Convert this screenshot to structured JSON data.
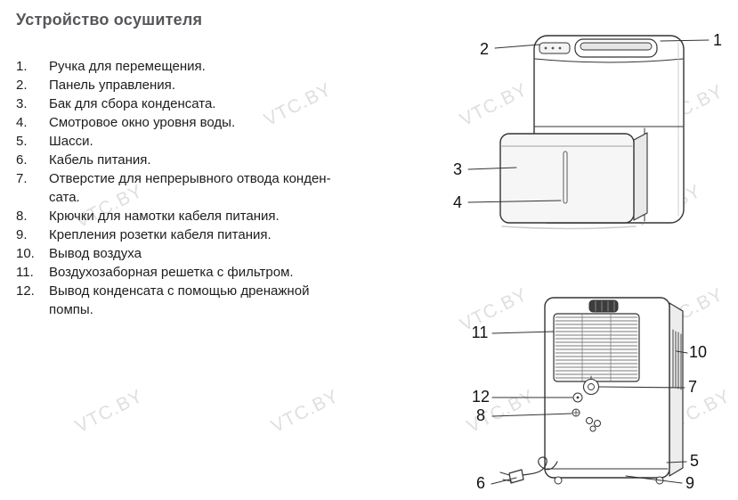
{
  "page": {
    "title": "Устройство осушителя"
  },
  "watermark": {
    "text": "VTC.BY"
  },
  "parts_list": [
    {
      "num": "1.",
      "lines": [
        "Ручка для перемещения."
      ]
    },
    {
      "num": "2.",
      "lines": [
        "Панель управления."
      ]
    },
    {
      "num": "3.",
      "lines": [
        "Бак для сбора конденсата."
      ]
    },
    {
      "num": "4.",
      "lines": [
        "Смотровое окно уровня воды."
      ]
    },
    {
      "num": "5.",
      "lines": [
        "Шасси."
      ]
    },
    {
      "num": "6.",
      "lines": [
        "Кабель питания."
      ]
    },
    {
      "num": "7.",
      "lines": [
        "Отверстие для непрерывного отвода конден-",
        "сата."
      ]
    },
    {
      "num": "8.",
      "lines": [
        "Крючки для намотки кабеля питания."
      ]
    },
    {
      "num": "9.",
      "lines": [
        "Крепления розетки кабеля питания."
      ]
    },
    {
      "num": "10.",
      "lines": [
        "Вывод воздуха"
      ]
    },
    {
      "num": "11.",
      "lines": [
        "Воздухозаборная решетка с фильтром."
      ]
    },
    {
      "num": "12.",
      "lines": [
        "Вывод конденсата с помощью дренажной",
        "помпы."
      ]
    }
  ],
  "front_diagram": {
    "callout_1": "1",
    "callout_2": "2",
    "callout_3": "3",
    "callout_4": "4"
  },
  "back_diagram": {
    "callout_5": "5",
    "callout_6": "6",
    "callout_7": "7",
    "callout_8": "8",
    "callout_9": "9",
    "callout_10": "10",
    "callout_11": "11",
    "callout_12": "12"
  }
}
